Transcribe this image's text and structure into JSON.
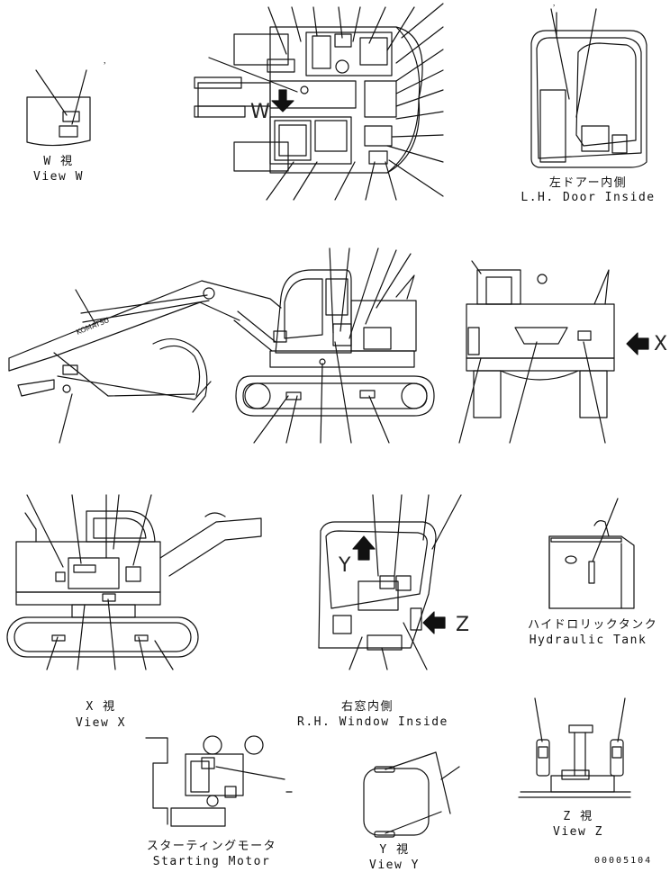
{
  "captions": {
    "view_w_jp": "W 視",
    "view_w_en": "View W",
    "door_jp": "左ドアー内側",
    "door_en": "L.H. Door Inside",
    "view_x_jp": "X 視",
    "view_x_en": "View X",
    "window_jp": "右窓内側",
    "window_en": "R.H. Window Inside",
    "tank_jp": "ハイドロリックタンク",
    "tank_en": "Hydraulic Tank",
    "motor_jp": "スターティングモータ",
    "motor_en": "Starting Motor",
    "view_y_jp": "Y 視",
    "view_y_en": "View Y",
    "view_z_jp": "Z 視",
    "view_z_en": "View Z"
  },
  "letters": {
    "w": "W",
    "x": "X",
    "y": "Y",
    "z": "Z"
  },
  "boom_logo": "KOMATSU",
  "drawing_code": "00005104",
  "colors": {
    "line": "#111111",
    "paper": "#ffffff"
  }
}
